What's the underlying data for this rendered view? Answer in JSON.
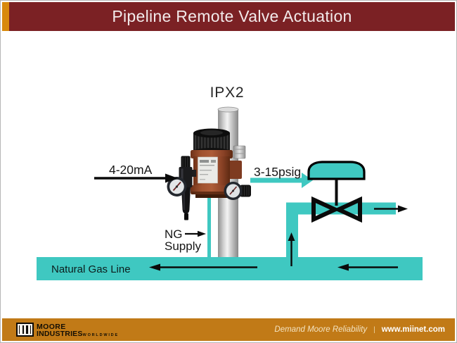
{
  "slide": {
    "title": "Pipeline Remote Valve Actuation",
    "colors": {
      "title_bar": "#7b2124",
      "accent_strip": "#d8890d",
      "footer_bar": "#c17a17",
      "pipe_cyan": "#3fc8c1",
      "device_brown": "#8b4328",
      "ink": "#111111"
    }
  },
  "diagram": {
    "device_label": "IPX2",
    "input_signal": "4-20mA",
    "output_signal": "3-15psig",
    "ng_supply_line1": "NG",
    "ng_supply_line2": "Supply",
    "gas_line_label": "Natural Gas Line"
  },
  "footer": {
    "logo_name_line1": "MOORE",
    "logo_name_line2": "INDUSTRIES",
    "logo_name_line3": "WORLDWIDE",
    "tagline": "Demand Moore Reliability",
    "separator": "|",
    "website": "www.miinet.com"
  }
}
